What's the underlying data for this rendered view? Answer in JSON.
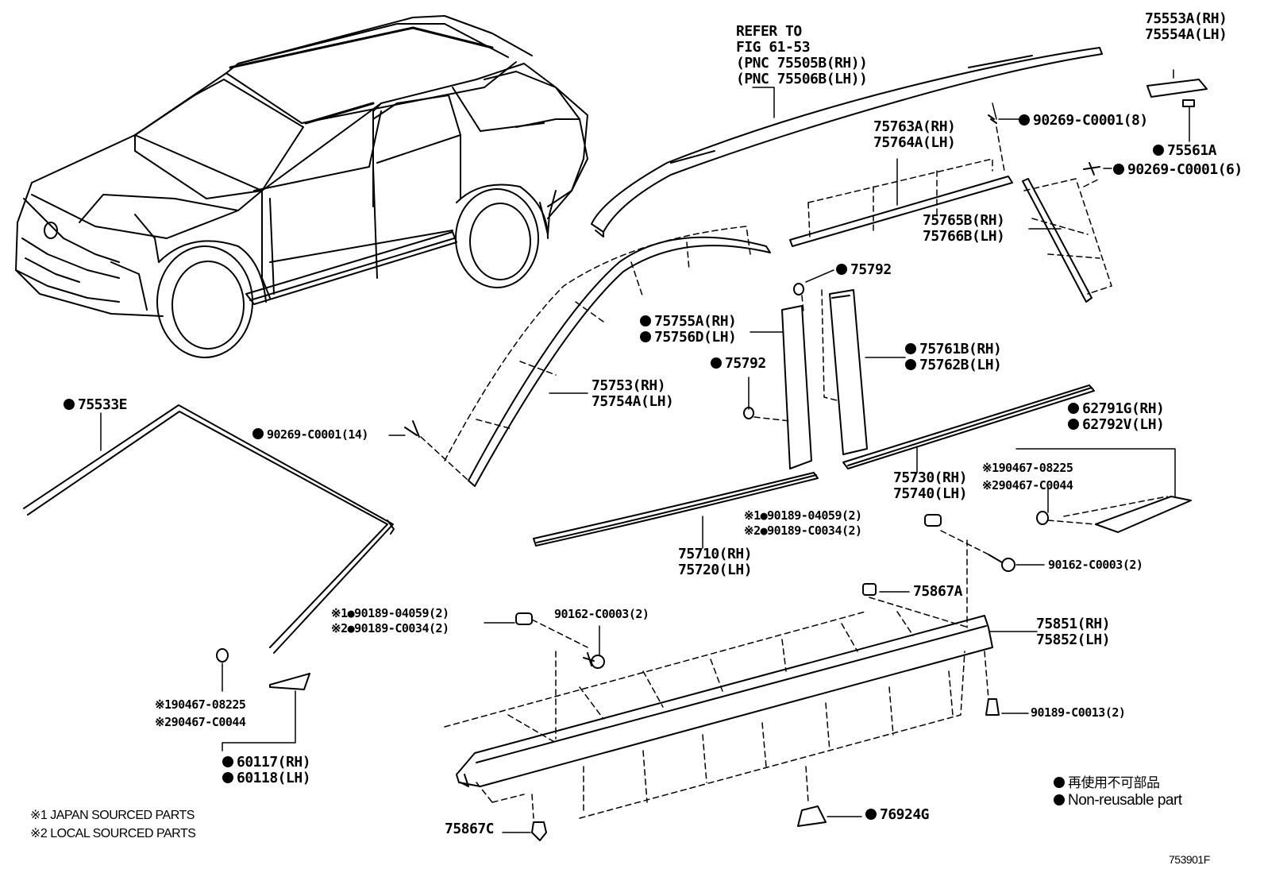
{
  "refer": {
    "lines": [
      "REFER TO",
      "FIG 61-53",
      "(PNC 75505B(RH))",
      "(PNC 75506B(LH))"
    ]
  },
  "parts": {
    "p75553": [
      "75553A(RH)",
      "75554A(LH)"
    ],
    "p75561": "75561A",
    "clip8": "90269-C0001(8)",
    "clip6": "90269-C0001(6)",
    "clip14": "90269-C0001(14)",
    "p75763": [
      "75763A(RH)",
      "75764A(LH)"
    ],
    "p75765": [
      "75765B(RH)",
      "75766B(LH)"
    ],
    "p75792_top": "75792",
    "p75792_mid": "75792",
    "p75755": [
      "75755A(RH)",
      "75756D(LH)"
    ],
    "p75761": [
      "75761B(RH)",
      "75762B(LH)"
    ],
    "p75753": [
      "75753(RH)",
      "75754A(LH)"
    ],
    "p75533": "75533E",
    "p62791": [
      "62791G(RH)",
      "62792V(LH)"
    ],
    "tape_r": [
      "※190467-08225",
      "※290467-C0044"
    ],
    "p75730": [
      "75730(RH)",
      "75740(LH)"
    ],
    "clipA_r": [
      "※1●90189-04059(2)",
      "※2●90189-C0034(2)"
    ],
    "screw_r": "90162-C0003(2)",
    "p75710": [
      "75710(RH)",
      "75720(LH)"
    ],
    "p75867A": "75867A",
    "clipA_l": [
      "※1●90189-04059(2)",
      "※2●90189-C0034(2)"
    ],
    "screw_l": "90162-C0003(2)",
    "p75851": [
      "75851(RH)",
      "75852(LH)"
    ],
    "clip13": "90189-C0013(2)",
    "tape_l": [
      "※190467-08225",
      "※290467-C0044"
    ],
    "p60117": [
      "60117(RH)",
      "60118(LH)"
    ],
    "p75867C": "75867C",
    "p76924": "76924G"
  },
  "legend": {
    "jp": "再使用不可部品",
    "en": "Non-reusable part"
  },
  "notes": [
    "※1 JAPAN SOURCED PARTS",
    "※2 LOCAL SOURCED PARTS"
  ],
  "figure_id": "753901F"
}
